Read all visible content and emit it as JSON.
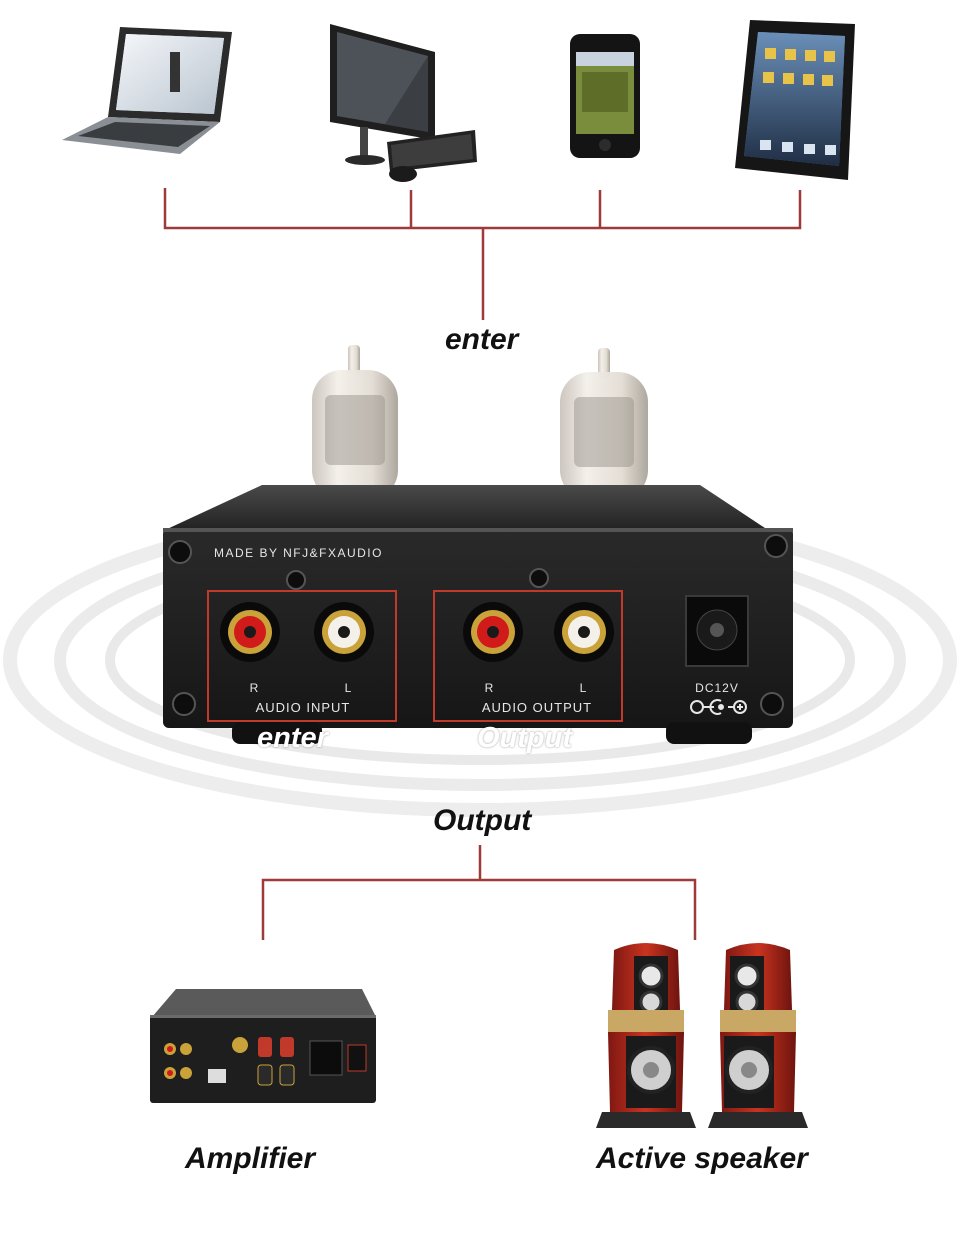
{
  "labels": {
    "top_enter": "enter",
    "device_input_label": "enter",
    "device_output_label": "Output",
    "bottom_output": "Output",
    "amplifier": "Amplifier",
    "active_speaker": "Active speaker"
  },
  "device": {
    "maker_text": "MADE BY NFJ&FXAUDIO",
    "input_group_label": "AUDIO INPUT",
    "output_group_label": "AUDIO OUTPUT",
    "channel_right": "R",
    "channel_left": "L",
    "power_label": "DC12V"
  },
  "colors": {
    "connector_line": "#9e3a3a",
    "port_box": "#c0392b",
    "chassis": "#1c1c1c",
    "speaker_wood": "#a8231a"
  },
  "icons": [
    "laptop-icon",
    "desktop-computer-icon",
    "smartphone-icon",
    "tablet-icon",
    "amplifier-icon",
    "speaker-icon"
  ]
}
